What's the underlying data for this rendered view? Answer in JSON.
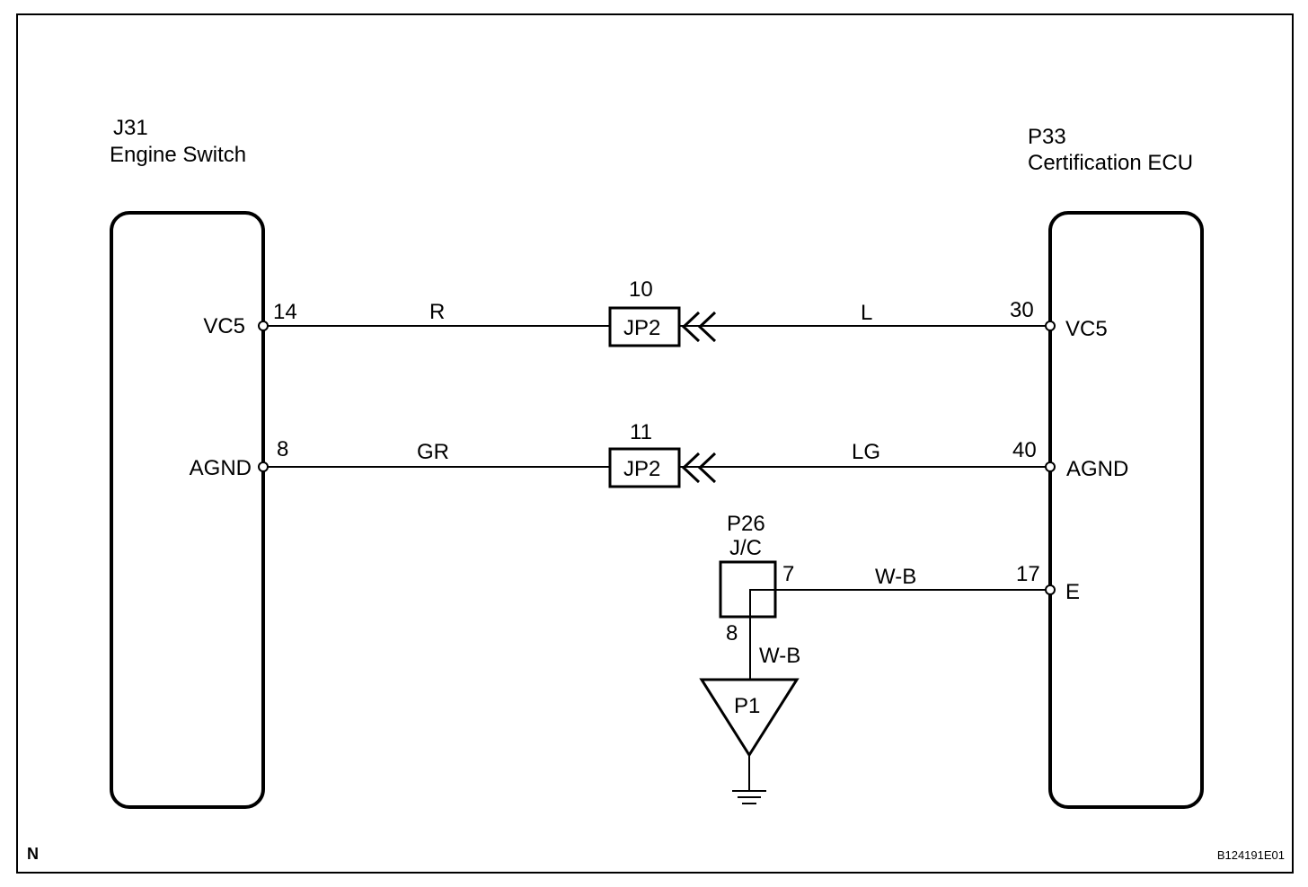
{
  "footer": {
    "page_mark": "N",
    "figure_id": "B124191E01"
  },
  "components": {
    "left": {
      "id": "J31",
      "name": "Engine Switch",
      "terminals": {
        "vc5": "VC5",
        "agnd": "AGND"
      }
    },
    "right": {
      "id": "P33",
      "name": "Certification ECU",
      "terminals": {
        "vc5": "VC5",
        "agnd": "AGND",
        "e": "E"
      }
    },
    "junction": {
      "id": "P26",
      "name": "J/C"
    },
    "ground": {
      "id": "P1"
    }
  },
  "connectors": {
    "top": {
      "label": "JP2",
      "pin": "10"
    },
    "bottom": {
      "label": "JP2",
      "pin": "11"
    }
  },
  "wires": {
    "vc5_left": {
      "pin": "14",
      "color": "R"
    },
    "vc5_right": {
      "pin": "30",
      "color": "L"
    },
    "agnd_left": {
      "pin": "8",
      "color": "GR"
    },
    "agnd_right": {
      "pin": "40",
      "color": "LG"
    },
    "e_right": {
      "pin": "17",
      "color": "W-B"
    },
    "jc_out": {
      "pin": "7"
    },
    "jc_ground": {
      "pin": "8",
      "color": "W-B"
    }
  }
}
